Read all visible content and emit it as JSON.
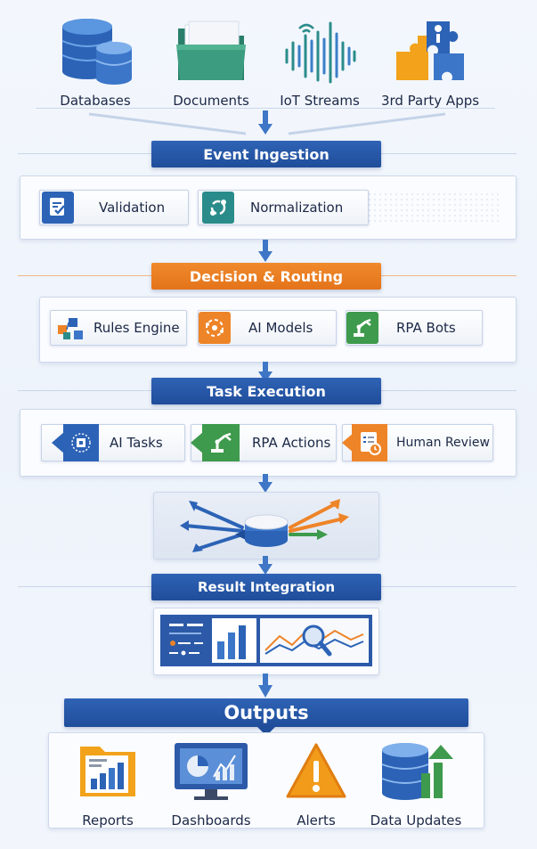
{
  "sources": [
    {
      "label": "Databases",
      "icon": "database-icon"
    },
    {
      "label": "Documents",
      "icon": "folder-icon"
    },
    {
      "label": "IoT Streams",
      "icon": "signal-wave-icon"
    },
    {
      "label": "3rd Party Apps",
      "icon": "puzzle-icon"
    }
  ],
  "stages": {
    "ingestion": {
      "title": "Event Ingestion",
      "items": [
        "Validation",
        "Normalization"
      ]
    },
    "decision": {
      "title": "Decision & Routing",
      "items": [
        "Rules Engine",
        "AI Models",
        "RPA Bots"
      ]
    },
    "execution": {
      "title": "Task Execution",
      "items": [
        "AI Tasks",
        "RPA Actions",
        "Human Review"
      ]
    },
    "integration": {
      "title": "Result Integration"
    },
    "outputs": {
      "title": "Outputs",
      "items": [
        "Reports",
        "Dashboards",
        "Alerts",
        "Data Updates"
      ]
    }
  },
  "colors": {
    "blue": "#2558a8",
    "orange": "#ee8428",
    "green": "#3e9a4c",
    "teal": "#2a8c8a"
  }
}
